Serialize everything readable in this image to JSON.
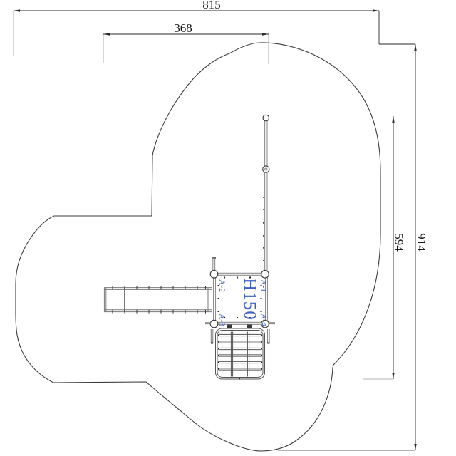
{
  "dimensions": {
    "top_width": "815",
    "inner_width": "368",
    "right_height": "914",
    "inner_height": "594"
  },
  "platform": {
    "height_label": "H150",
    "corners": {
      "a1": "A-1",
      "a2": "A-2",
      "a3": "A-3",
      "a4": "A-4"
    }
  },
  "colors": {
    "label_blue": "#3d5ec2",
    "dimension_line": "#2a2a2a",
    "extension_line": "#9a9a9a",
    "structure_gray": "#8f8f8f",
    "outline_dark": "#3c3c3c",
    "background": "#ffffff"
  }
}
